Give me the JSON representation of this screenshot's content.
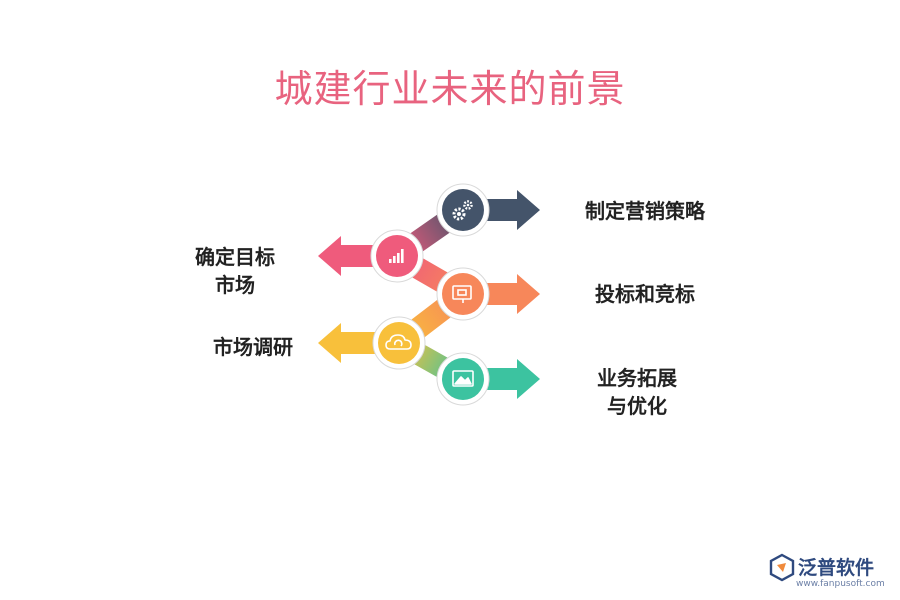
{
  "title": "城建行业未来的前景",
  "steps": [
    {
      "label_lines": [
        "制定营销策略"
      ],
      "color": "#44546a",
      "icon": "gears-icon",
      "side": "right"
    },
    {
      "label_lines": [
        "确定目标",
        "市场"
      ],
      "color": "#ef5b7c",
      "icon": "bar-chart-icon",
      "side": "left"
    },
    {
      "label_lines": [
        "投标和竞标"
      ],
      "color": "#f7875a",
      "icon": "presentation-icon",
      "side": "right"
    },
    {
      "label_lines": [
        "市场调研"
      ],
      "color": "#f8c03b",
      "icon": "cloud-refresh-icon",
      "side": "left"
    },
    {
      "label_lines": [
        "业务拓展",
        "与优化"
      ],
      "color": "#3cc3a0",
      "icon": "picture-icon",
      "side": "right"
    }
  ],
  "logo": {
    "name": "泛普软件",
    "url": "www.fanpusoft.com",
    "icon": "fanpu-logo-icon",
    "color": "#2f4a7f"
  }
}
